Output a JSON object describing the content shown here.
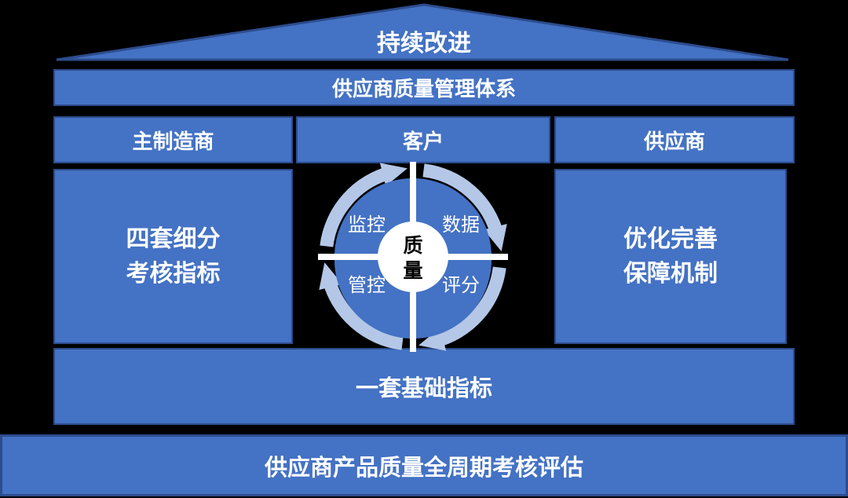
{
  "colors": {
    "background": "#000000",
    "shape_fill": "#4472C4",
    "shape_border": "#2C4C8C",
    "arc_arrow": "#B4C7E7",
    "text": "#FFFFFF",
    "center_text": "#000000"
  },
  "roof": {
    "label": "持续改进"
  },
  "banner": {
    "label": "供应商质量管理体系"
  },
  "columns": {
    "headers": [
      {
        "label": "主制造商"
      },
      {
        "label": "客户"
      },
      {
        "label": "供应商"
      }
    ],
    "left_body": {
      "line1": "四套细分",
      "line2": "考核指标"
    },
    "right_body": {
      "line1": "优化完善",
      "line2": "保障机制"
    }
  },
  "cycle": {
    "center": {
      "line1": "质",
      "line2": "量"
    },
    "quadrants": [
      {
        "label": "监控",
        "position": "top-left"
      },
      {
        "label": "数据",
        "position": "top-right"
      },
      {
        "label": "管控",
        "position": "bottom-left"
      },
      {
        "label": "评分",
        "position": "bottom-right"
      }
    ],
    "direction": "clockwise"
  },
  "basic_bar": {
    "label": "一套基础指标"
  },
  "foundation": {
    "label": "供应商产品质量全周期考核评估"
  }
}
